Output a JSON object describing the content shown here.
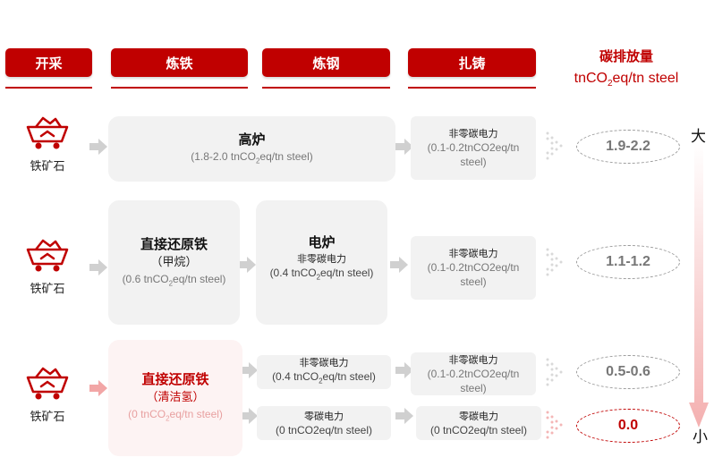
{
  "stages": {
    "mining": "开采",
    "ironmaking": "炼铁",
    "steelmaking": "炼钢",
    "rolling": "扎铸"
  },
  "emissions_header": {
    "title": "碳排放量",
    "unit_prefix": "tnCO",
    "unit_sub": "2",
    "unit_suffix": "eq/tn steel"
  },
  "ore_label": "铁矿石",
  "routes": [
    {
      "iron": {
        "title": "高炉",
        "value_prefix": "(1.8-2.0 tnCO",
        "value_sub": "2",
        "value_suffix": "eq/tn steel)"
      },
      "rolling": {
        "title": "非零碳电力",
        "value_line1": "(0.1-0.2tnCO2eq/tn",
        "value_line2": "steel)"
      },
      "emission": "1.9-2.2"
    },
    {
      "iron": {
        "title": "直接还原铁",
        "subtitle": "（甲烷）",
        "value_prefix": "(0.6 tnCO",
        "value_sub": "2",
        "value_suffix": "eq/tn steel)"
      },
      "steel": {
        "title": "电炉",
        "subtitle": "非零碳电力",
        "value_prefix": "(0.4 tnCO",
        "value_sub": "2",
        "value_suffix": "eq/tn steel)"
      },
      "rolling": {
        "title": "非零碳电力",
        "value_line1": "(0.1-0.2tnCO2eq/tn",
        "value_line2": "steel)"
      },
      "emission": "1.1-1.2"
    },
    {
      "iron": {
        "title": "直接还原铁",
        "subtitle": "（清洁氢）",
        "value_prefix": "(0 tnCO",
        "value_sub": "2",
        "value_suffix": "eq/tn steel)"
      },
      "steel_a": {
        "title": "非零碳电力",
        "value_prefix": "(0.4 tnCO",
        "value_sub": "2",
        "value_suffix": "eq/tn steel)"
      },
      "rolling_a": {
        "title": "非零碳电力",
        "value_line1": "(0.1-0.2tnCO2eq/tn",
        "value_line2": "steel)"
      },
      "emission_a": "0.5-0.6",
      "steel_b": {
        "title": "零碳电力",
        "value": "(0 tnCO2eq/tn steel)"
      },
      "rolling_b": {
        "title": "零碳电力",
        "value": "(0 tnCO2eq/tn steel)"
      },
      "emission_b": "0.0"
    }
  ],
  "scale": {
    "high": "大",
    "low": "小"
  },
  "colors": {
    "accent": "#c00000",
    "box": "#f2f2f2",
    "arrow": "#d0d0d0"
  }
}
